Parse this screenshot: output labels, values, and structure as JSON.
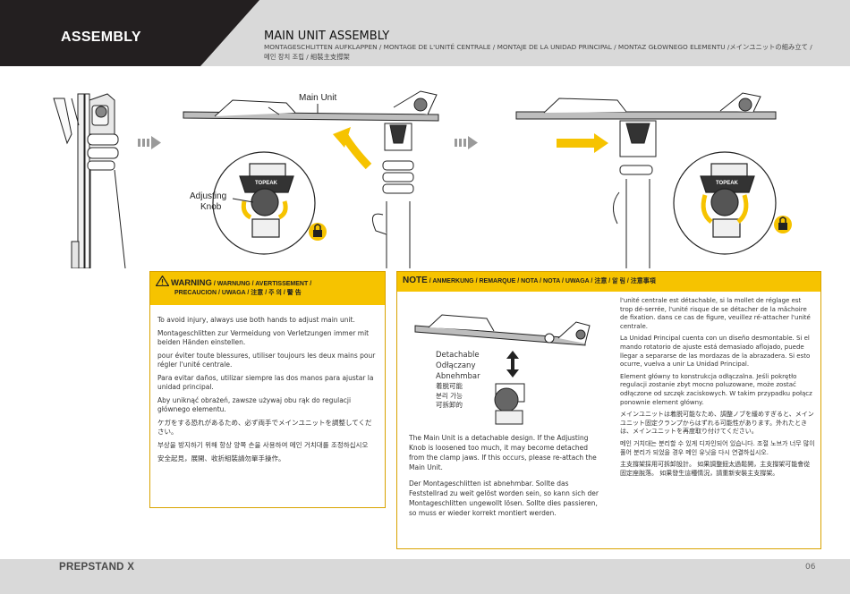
{
  "header": {
    "section": "ASSEMBLY",
    "title": "MAIN UNIT ASSEMBLY",
    "subtitle": "MONTAGESCHLITTEN AUFKLAPPEN / MONTAGE DE L'UNITÉ CENTRALE / MONTAJE DE LA UNIDAD PRINCIPAL / MONTAZ GŁOWNEGO ELEMENTU /メインユニットの組み立て / 메인 장치 조립 / 組裝主支撐架"
  },
  "illustration": {
    "main_unit_label": "Main Unit",
    "adjusting_label_1": "Adjusting",
    "adjusting_label_2": "Knob",
    "brand_mark": "TOPEAK"
  },
  "warning": {
    "heading_main": "WARNING",
    "heading_rest": " / WARNUNG / AVERTISSEMENT /",
    "heading_line2": "PRECAUCION / UWAGA / 注意 / 주 의 / 警 告",
    "paragraphs": [
      "To avoid injury, always use both hands to adjust main unit.",
      "Montageschlitten zur Vermeidung von Verletzungen immer mit beiden Händen einstellen.",
      "pour éviter toute blessures, utiliser toujours  les deux mains pour régler l'unité centrale.",
      "Para evitar daños, utilizar siempre las dos manos para ajustar la unidad principal.",
      "Aby uniknąć obrażeń, zawsze używaj obu rąk do regulacji głównego elementu.",
      "ケガをする恐れがあるため、必ず両手でメインユニットを調整してください。",
      "부상을 방지하기 위해 항상 양쪽 손을 사용하여 메인 거치대를 조정하십시오",
      "安全起見，展開、收折組裝請勿單手操作。"
    ]
  },
  "note": {
    "heading_main": "NOTE",
    "heading_rest": " / ANMERKUNG / REMARQUE / NOTA / NOTA / UWAGA / 注意 / 알 림 / 注意事項",
    "detach_labels": [
      "Detachable",
      "Odłączany",
      "Abnehmbar",
      "着脱可能",
      "분리 가능",
      "可拆卸的"
    ],
    "left_paragraphs": [
      "The Main Unit is a detachable design. If the Adjusting Knob is loosened too much, it may become detached from the clamp jaws.  If this occurs, please re-attach the Main Unit.",
      "Der Montageschlitten ist abnehmbar. Sollte das Feststellrad zu weit gelöst worden sein, so kann sich der Montageschlitten ungewollt lösen. Sollte dies passieren, so muss er wieder korrekt montiert werden."
    ],
    "right_paragraphs": [
      "l'unité centrale est détachable, si la mollet de réglage est trop dé-serrée, l'unité risque de se détacher de la mâchoire de fixation. dans ce cas de figure, veuillez ré-attacher l'unité centrale.",
      "La Unidad Principal cuenta con un diseño desmontable. Si el mando rotatorio  de ajuste está demasiado aflojado, puede llegar a separarse de las mordazas de la abrazadera. Si esto ocurre, vuelva a unir La Unidad Principal.",
      "Element główny to konstrukcja odłączalna. Jeśli pokrętło regulacji zostanie zbyt mocno poluzowane, może zostać odłączone od szczęk zaciskowych. W takim przypadku połącz ponownie element główny.",
      "メインユニットは着脱可能なため、調整ノブを緩めすぎると、メインユニット固定クランプからはずれる可能性があります。外れたときは、メインユニットを再度取り付けてください。",
      "메인 거치대는 분리할 수 있게 디자인되어 있습니다.  조절 노브가 너무 많이 풀어 분리가 되었을 경우 메인 유닛을 다시 연결하십시오.",
      "主支撐架採用可拆卸設計。 如果調整鈕太過鬆開，主支撐架可能會從固定座脫落。 如果發生這種情況，請重新安裝主支撐架。"
    ]
  },
  "footer": {
    "brand": "PREPSTAND X",
    "page": "06"
  },
  "colors": {
    "accent_yellow": "#f6c300",
    "header_dark": "#231f20",
    "header_gray": "#d9d9d9"
  }
}
